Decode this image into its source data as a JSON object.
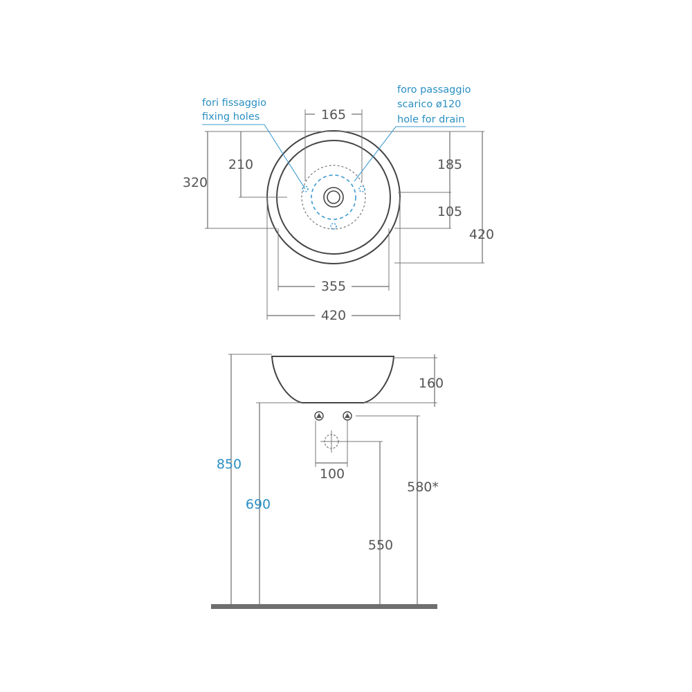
{
  "top_view": {
    "note_fixing": {
      "line1": "fori fissaggio",
      "line2": "fixing holes"
    },
    "note_drain": {
      "line1": "foro passaggio",
      "line2": "scarico ø120",
      "line3": "hole for drain"
    },
    "dim_fixing_spacing": "165",
    "dim_210": "210",
    "dim_320": "320",
    "dim_185": "185",
    "dim_105": "105",
    "dim_depth": "420",
    "dim_inner": "355",
    "dim_outer": "420"
  },
  "side_view": {
    "dim_basin_height": "160",
    "dim_total_height": "850",
    "dim_top_support": "690",
    "dim_waste_spacing": "100",
    "dim_supply_height": "580*",
    "dim_waste_height": "550"
  },
  "colors": {
    "dimension_text": "#555555",
    "note_text": "#2a8fc2",
    "outline": "#444444"
  }
}
